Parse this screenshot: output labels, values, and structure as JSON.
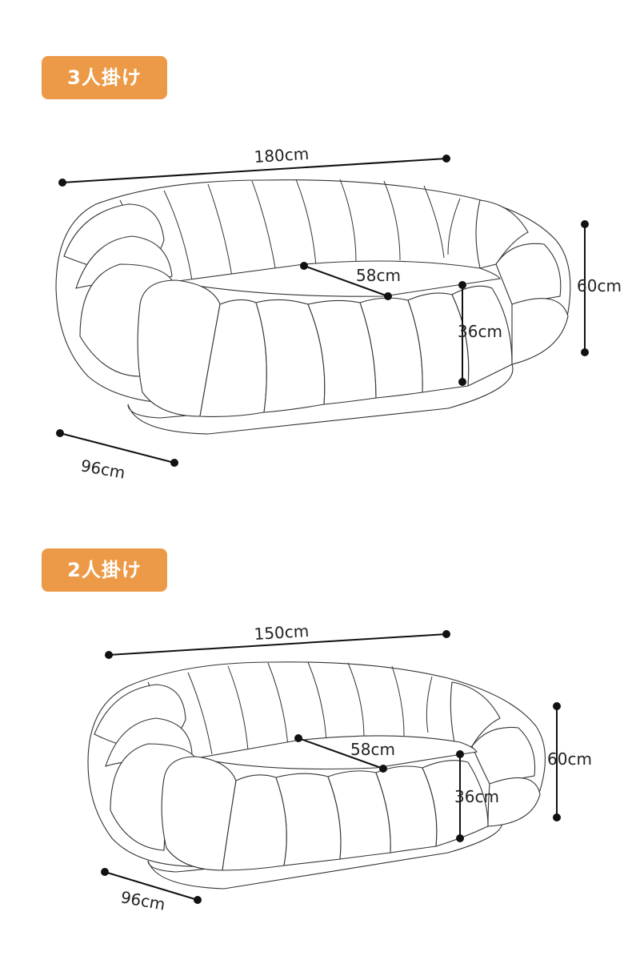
{
  "variants": [
    {
      "label": "3人掛け",
      "dims": {
        "width": "180cm",
        "seat_depth": "58cm",
        "height": "60cm",
        "seat_height": "36cm",
        "depth": "96cm"
      }
    },
    {
      "label": "2人掛け",
      "dims": {
        "width": "150cm",
        "seat_depth": "58cm",
        "height": "60cm",
        "seat_height": "36cm",
        "depth": "96cm"
      }
    }
  ],
  "colors": {
    "badge": "#EC9A47",
    "line": "#333333",
    "background": "#ffffff"
  }
}
